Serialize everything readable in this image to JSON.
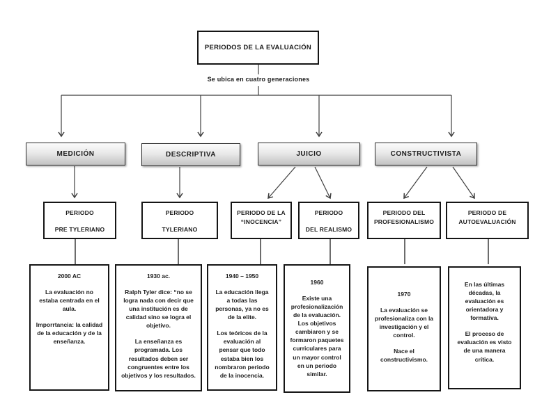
{
  "diagram": {
    "title": "PERIODOS DE LA EVALUACIÓN",
    "subtitle": "Se ubica en cuatro generaciones",
    "colors": {
      "line": "#3f3f3f",
      "box_border": "#151515",
      "generation_gradient_top": "#fbfbfb",
      "generation_gradient_bottom": "#c2c2c2"
    },
    "generations": [
      {
        "label": "MEDICIÓN"
      },
      {
        "label": "DESCRIPTIVA"
      },
      {
        "label": "JUICIO"
      },
      {
        "label": "CONSTRUCTIVISTA"
      }
    ],
    "periods": [
      {
        "line1": "PERIODO",
        "line2": "PRE TYLERIANO"
      },
      {
        "line1": "PERIODO",
        "line2": "TYLERIANO"
      },
      {
        "line1": "PERIODO DE LA",
        "line2": "“INOCENCIA”"
      },
      {
        "line1": "PERIODO",
        "line2": "DEL REALISMO"
      },
      {
        "line1": "PERIODO DEL",
        "line2": "PROFESIONALISMO"
      },
      {
        "line1": "PERIODO DE",
        "line2": "AUTOEVALUACIÓN"
      }
    ],
    "details": [
      {
        "heading": "2000 AC",
        "p1": "La evaluación no estaba centrada en el aula.",
        "p2": "Imporrtancia: la calidad de la educación y de la enseñanza."
      },
      {
        "heading": "1930 ac.",
        "p1": "Ralph Tyler dice: “no se logra nada con decir que una institución es de calidad sino se logra el objetivo.",
        "p2": "La enseñanza es programada. Los resultados deben ser congruentes entre los objetivos y los resultados."
      },
      {
        "heading": "1940 – 1950",
        "p1": "La educación llega a todas las personas, ya no es de la elite.",
        "p2": "Los teóricos de la evaluación al pensar que todo estaba bien los nombraron periodo de la inocencia."
      },
      {
        "heading": "1960",
        "p1": "Existe una profesionalización de la evaluación. Los objetivos cambiaron y se formaron paquetes curriculares para un mayor control en un periodo similar."
      },
      {
        "heading": "1970",
        "p1": "La evaluación se profesionaliza con la investigación y el control.",
        "p2": "Nace el constructivismo."
      },
      {
        "p1": "En las últimas décadas, la evaluación es orientadora y formativa.",
        "p2": "El proceso de evaluación es visto de una manera crítica."
      }
    ]
  }
}
